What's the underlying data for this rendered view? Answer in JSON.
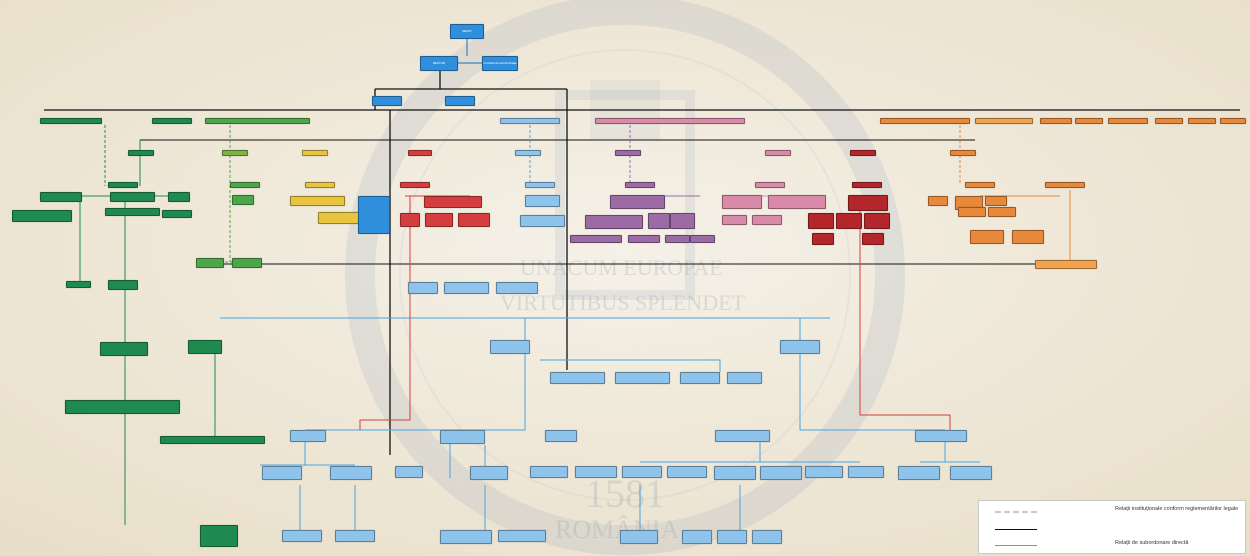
{
  "watermark": {
    "lines": [
      "UNACUM EUROPAE",
      "VIRTUTIBUS SPLENDET"
    ],
    "year": "1581",
    "romania": "ROMÂNIA"
  },
  "legend": {
    "items": [
      {
        "label": "Relații instituționale conform reglementărilor legale",
        "style": "dashed-gray"
      },
      {
        "label": "",
        "style": "solid-black"
      },
      {
        "label": "Relații de subordonare directă",
        "style": "solid-blue"
      }
    ]
  },
  "colors": {
    "blue": "#2f8fdc",
    "lightblue": "#8ec4ec",
    "green": "#1f8a4f",
    "lightgreen": "#4ea64a",
    "olive": "#7cb342",
    "yellow": "#e9c43f",
    "red": "#d43e3e",
    "darkred": "#b3262a",
    "pink": "#d98aa8",
    "purple": "#9c6ba6",
    "orange": "#e8883a",
    "lightorange": "#f1a44d"
  },
  "nodes": {
    "senat": "SENAT",
    "rector": "RECTOR",
    "consiliu": "Consiliul de Administrație"
  }
}
